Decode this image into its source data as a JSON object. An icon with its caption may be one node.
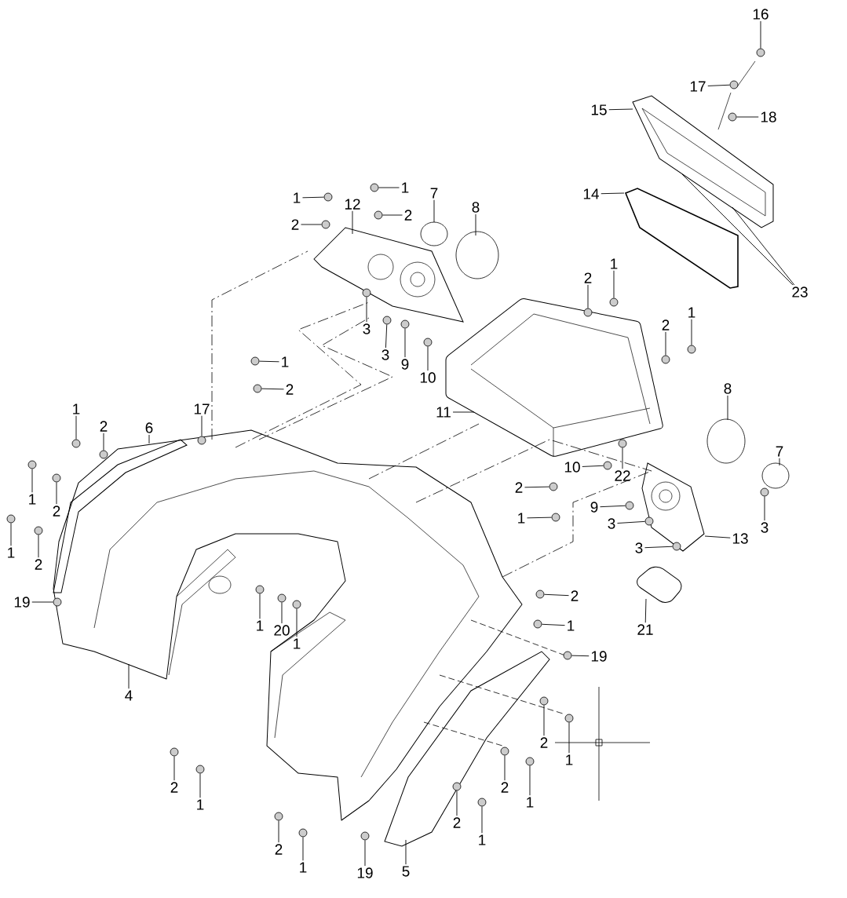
{
  "diagram": {
    "nodes": [
      {
        "text": [
          "1"
        ]
      },
      {
        "text": [
          "1"
        ]
      },
      {
        "text": [
          "2"
        ]
      },
      {
        "text": [
          "2"
        ]
      },
      {
        "text": [
          "12"
        ]
      },
      {
        "text": [
          "7"
        ]
      },
      {
        "text": [
          "8"
        ]
      },
      {
        "text": [
          "3"
        ]
      },
      {
        "text": [
          "3"
        ]
      },
      {
        "text": [
          "9"
        ]
      },
      {
        "text": [
          "10"
        ]
      },
      {
        "text": [
          "1"
        ]
      },
      {
        "text": [
          "2"
        ]
      },
      {
        "text": [
          "17"
        ]
      },
      {
        "text": [
          "1"
        ]
      },
      {
        "text": [
          "2"
        ]
      },
      {
        "text": [
          "6"
        ]
      },
      {
        "text": [
          "1"
        ]
      },
      {
        "text": [
          "2"
        ]
      },
      {
        "text": [
          "1"
        ]
      },
      {
        "text": [
          "2"
        ]
      },
      {
        "text": [
          "19"
        ]
      },
      {
        "text": [
          "4"
        ]
      },
      {
        "text": [
          "1"
        ]
      },
      {
        "text": [
          "20"
        ]
      },
      {
        "text": [
          "1"
        ]
      },
      {
        "text": [
          "2"
        ]
      },
      {
        "text": [
          "1"
        ]
      },
      {
        "text": [
          "2"
        ]
      },
      {
        "text": [
          "1"
        ]
      },
      {
        "text": [
          "19"
        ]
      },
      {
        "text": [
          "5"
        ]
      },
      {
        "text": [
          "16"
        ]
      },
      {
        "text": [
          "17"
        ]
      },
      {
        "text": [
          "15"
        ]
      },
      {
        "text": [
          "18"
        ]
      },
      {
        "text": [
          "14"
        ]
      },
      {
        "text": [
          "23"
        ]
      },
      {
        "text": [
          "2"
        ]
      },
      {
        "text": [
          "1"
        ]
      },
      {
        "text": [
          "2"
        ]
      },
      {
        "text": [
          "1"
        ]
      },
      {
        "text": [
          "11"
        ]
      },
      {
        "text": [
          "8"
        ]
      },
      {
        "text": [
          "7"
        ]
      },
      {
        "text": [
          "10"
        ]
      },
      {
        "text": [
          "22"
        ]
      },
      {
        "text": [
          "2"
        ]
      },
      {
        "text": [
          "1"
        ]
      },
      {
        "text": [
          "9"
        ]
      },
      {
        "text": [
          "3"
        ]
      },
      {
        "text": [
          "3"
        ]
      },
      {
        "text": [
          "13"
        ]
      },
      {
        "text": [
          "3"
        ]
      },
      {
        "text": [
          "21"
        ]
      },
      {
        "text": [
          "2"
        ]
      },
      {
        "text": [
          "1"
        ]
      },
      {
        "text": [
          "19"
        ]
      },
      {
        "text": [
          "2"
        ]
      },
      {
        "text": [
          "1"
        ]
      },
      {
        "text": [
          "2"
        ]
      },
      {
        "text": [
          "1"
        ]
      },
      {
        "text": [
          "2"
        ]
      },
      {
        "text": [
          "1"
        ]
      },
      {
        "text": [],
        "shape": "circle"
      },
      {
        "text": [],
        "shape": "circle"
      },
      {
        "text": [],
        "shape": "circle"
      },
      {
        "text": [],
        "shape": "circle"
      },
      {
        "text": [],
        "shape": "circle"
      },
      {
        "text": [],
        "shape": "circle"
      },
      {
        "text": [],
        "shape": "circle"
      },
      {
        "text": [],
        "shape": "circle"
      },
      {
        "text": [],
        "shape": "circle"
      },
      {
        "text": [],
        "shape": "circle"
      },
      {
        "text": [],
        "shape": "circle"
      },
      {
        "text": [],
        "shape": "circle"
      },
      {
        "text": [],
        "shape": "circle"
      },
      {
        "text": [],
        "shape": "circle"
      },
      {
        "text": [],
        "shape": "circle"
      },
      {
        "text": [],
        "shape": "circle"
      },
      {
        "text": [],
        "shape": "circle"
      },
      {
        "text": [],
        "shape": "circle"
      },
      {
        "text": [],
        "shape": "circle"
      },
      {
        "text": [],
        "shape": "circle"
      },
      {
        "text": [],
        "shape": "circle"
      },
      {
        "text": [],
        "shape": "circle"
      },
      {
        "text": [],
        "shape": "circle"
      },
      {
        "text": [],
        "shape": "circle"
      },
      {
        "text": [],
        "shape": "circle"
      },
      {
        "text": [],
        "shape": "circle"
      },
      {
        "text": [],
        "shape": "circle"
      },
      {
        "text": [],
        "shape": "circle"
      },
      {
        "text": [],
        "shape": "circle"
      },
      {
        "text": [],
        "shape": "circle"
      },
      {
        "text": [],
        "shape": "circle"
      },
      {
        "text": [],
        "shape": "circle"
      },
      {
        "text": [],
        "shape": "circle"
      },
      {
        "text": [],
        "shape": "circle"
      },
      {
        "text": [],
        "shape": "circle"
      },
      {
        "text": [],
        "shape": "circle"
      },
      {
        "text": [],
        "shape": "circle"
      },
      {
        "text": [],
        "shape": "circle"
      },
      {
        "text": [],
        "shape": "circle"
      },
      {
        "text": [],
        "shape": "circle"
      },
      {
        "text": [],
        "shape": "circle"
      },
      {
        "text": [],
        "shape": "circle"
      },
      {
        "text": [],
        "shape": "circle"
      },
      {
        "text": [],
        "shape": "circle"
      },
      {
        "text": [],
        "shape": "circle"
      },
      {
        "text": [],
        "shape": "circle"
      },
      {
        "text": [],
        "shape": "circle"
      },
      {
        "text": [],
        "shape": "circle"
      },
      {
        "text": [],
        "shape": "circle"
      },
      {
        "text": [],
        "shape": "circle"
      }
    ],
    "edges": [
      {
        "from": 0,
        "to": 64,
        "arrow": "none"
      },
      {
        "from": 1,
        "to": 65,
        "arrow": "none"
      },
      {
        "from": 2,
        "to": 66,
        "arrow": "none"
      },
      {
        "from": 3,
        "to": 67,
        "arrow": "none"
      },
      {
        "from": 4,
        "to": null,
        "arrow": "none"
      },
      {
        "from": 5,
        "to": null,
        "arrow": "none"
      },
      {
        "from": 6,
        "to": null,
        "arrow": "none"
      },
      {
        "from": 7,
        "to": 68,
        "arrow": "none"
      },
      {
        "from": 8,
        "to": 69,
        "arrow": "none"
      },
      {
        "from": 9,
        "to": 70,
        "arrow": "none"
      },
      {
        "from": 10,
        "to": 71,
        "arrow": "none"
      },
      {
        "from": 11,
        "to": 72,
        "arrow": "none"
      },
      {
        "from": 12,
        "to": 73,
        "arrow": "none"
      },
      {
        "from": 13,
        "to": 74,
        "arrow": "none"
      },
      {
        "from": 14,
        "to": 75,
        "arrow": "none"
      },
      {
        "from": 15,
        "to": 76,
        "arrow": "none"
      },
      {
        "from": 16,
        "to": null,
        "arrow": "none"
      },
      {
        "from": 17,
        "to": 77,
        "arrow": "none"
      },
      {
        "from": 18,
        "to": 78,
        "arrow": "none"
      },
      {
        "from": 19,
        "to": 79,
        "arrow": "none"
      },
      {
        "from": 20,
        "to": 80,
        "arrow": "none"
      },
      {
        "from": 21,
        "to": 81,
        "arrow": "none"
      },
      {
        "from": 22,
        "to": null,
        "arrow": "none"
      },
      {
        "from": 23,
        "to": 82,
        "arrow": "none"
      },
      {
        "from": 24,
        "to": 83,
        "arrow": "none"
      },
      {
        "from": 25,
        "to": 84,
        "arrow": "none"
      },
      {
        "from": 26,
        "to": 85,
        "arrow": "none"
      },
      {
        "from": 27,
        "to": 86,
        "arrow": "none"
      },
      {
        "from": 28,
        "to": 87,
        "arrow": "none"
      },
      {
        "from": 29,
        "to": 88,
        "arrow": "none"
      },
      {
        "from": 30,
        "to": 89,
        "arrow": "none"
      },
      {
        "from": 31,
        "to": null,
        "arrow": "none"
      },
      {
        "from": 32,
        "to": 90,
        "arrow": "none"
      },
      {
        "from": 33,
        "to": 91,
        "arrow": "none"
      },
      {
        "from": 34,
        "to": null,
        "arrow": "none"
      },
      {
        "from": 35,
        "to": 92,
        "arrow": "none"
      },
      {
        "from": 36,
        "to": null,
        "arrow": "none"
      },
      {
        "from": 37,
        "to": null,
        "arrow": "none"
      },
      {
        "from": 37,
        "to": null,
        "arrow": "none"
      },
      {
        "from": 38,
        "to": 93,
        "arrow": "none"
      },
      {
        "from": 39,
        "to": 94,
        "arrow": "none"
      },
      {
        "from": 40,
        "to": 95,
        "arrow": "none"
      },
      {
        "from": 41,
        "to": 96,
        "arrow": "none"
      },
      {
        "from": 42,
        "to": null,
        "arrow": "none"
      },
      {
        "from": 43,
        "to": null,
        "arrow": "none"
      },
      {
        "from": 44,
        "to": null,
        "arrow": "none"
      },
      {
        "from": 45,
        "to": 97,
        "arrow": "none"
      },
      {
        "from": 46,
        "to": 98,
        "arrow": "none"
      },
      {
        "from": 47,
        "to": 99,
        "arrow": "none"
      },
      {
        "from": 48,
        "to": 100,
        "arrow": "none"
      },
      {
        "from": 49,
        "to": 101,
        "arrow": "none"
      },
      {
        "from": 50,
        "to": 102,
        "arrow": "none"
      },
      {
        "from": 51,
        "to": 103,
        "arrow": "none"
      },
      {
        "from": 52,
        "to": null,
        "arrow": "none"
      },
      {
        "from": 53,
        "to": 104,
        "arrow": "none"
      },
      {
        "from": 54,
        "to": null,
        "arrow": "none"
      },
      {
        "from": 55,
        "to": 105,
        "arrow": "none"
      },
      {
        "from": 56,
        "to": 106,
        "arrow": "none"
      },
      {
        "from": 57,
        "to": 107,
        "arrow": "none"
      },
      {
        "from": 58,
        "to": 108,
        "arrow": "none"
      },
      {
        "from": 59,
        "to": 109,
        "arrow": "none"
      },
      {
        "from": 60,
        "to": 110,
        "arrow": "none"
      },
      {
        "from": 61,
        "to": 111,
        "arrow": "none"
      },
      {
        "from": 62,
        "to": 112,
        "arrow": "none"
      },
      {
        "from": 63,
        "to": 113,
        "arrow": "none"
      }
    ]
  }
}
